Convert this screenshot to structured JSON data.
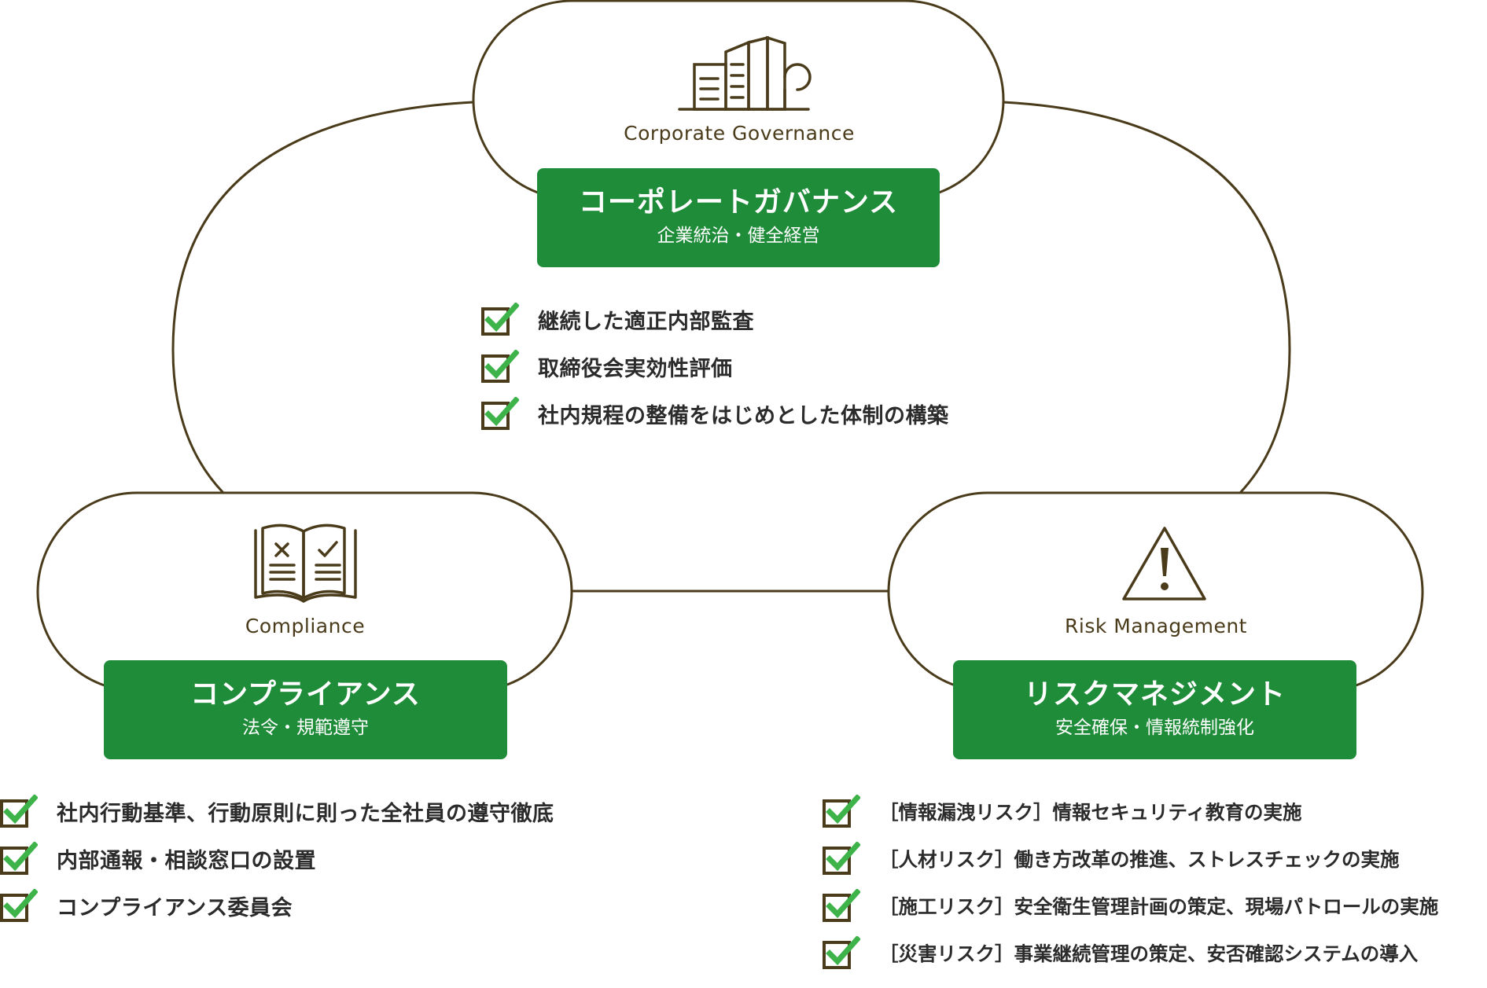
{
  "colors": {
    "outline": "#4a3b1b",
    "title_box": "#1f8c39",
    "check": "#3db34a",
    "box_outline": "#4a3b1b"
  },
  "governance": {
    "icon": "office-building-icon",
    "en_label": "Corporate Governance",
    "title": "コーポレートガバナンス",
    "subtitle": "企業統治・健全経営",
    "items": [
      "継続した適正内部監査",
      "取締役会実効性評価",
      "社内規程の整備をはじめとした体制の構築"
    ]
  },
  "compliance": {
    "icon": "book-checklist-icon",
    "en_label": "Compliance",
    "title": "コンプライアンス",
    "subtitle": "法令・規範遵守",
    "items": [
      "社内行動基準、行動原則に則った全社員の遵守徹底",
      "内部通報・相談窓口の設置",
      "コンプライアンス委員会"
    ]
  },
  "risk": {
    "icon": "warning-triangle-icon",
    "en_label": "Risk Management",
    "title": "リスクマネジメント",
    "subtitle": "安全確保・情報統制強化",
    "items": [
      "［情報漏洩リスク］情報セキュリティ教育の実施",
      "［人材リスク］働き方改革の推進、ストレスチェックの実施",
      "［施工リスク］安全衛生管理計画の策定、現場パトロールの実施",
      "［災害リスク］事業継続管理の策定、安否確認システムの導入"
    ]
  }
}
